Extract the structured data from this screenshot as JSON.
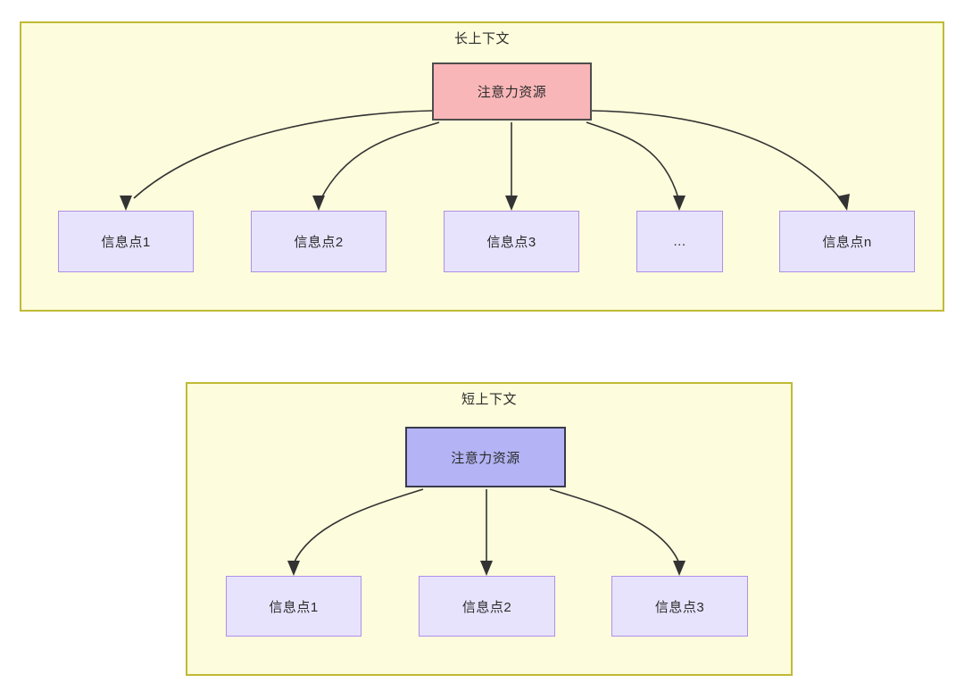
{
  "diagram": {
    "type": "flowchart",
    "groups": [
      {
        "id": "long-context",
        "title": "长上下文",
        "root": {
          "label": "注意力资源",
          "fill": "#f9b6b8",
          "stroke": "#4d4d4d"
        },
        "leaves": [
          {
            "label": "信息点1"
          },
          {
            "label": "信息点2"
          },
          {
            "label": "信息点3"
          },
          {
            "label": "..."
          },
          {
            "label": "信息点n"
          }
        ],
        "leaf_fill": "#e7e3fd",
        "leaf_stroke": "#b08fe8",
        "group_fill": "#fdfcdc",
        "group_stroke": "#c0ba35"
      },
      {
        "id": "short-context",
        "title": "短上下文",
        "root": {
          "label": "注意力资源",
          "fill": "#b3b3f5",
          "stroke": "#3a3a4d"
        },
        "leaves": [
          {
            "label": "信息点1"
          },
          {
            "label": "信息点2"
          },
          {
            "label": "信息点3"
          }
        ],
        "leaf_fill": "#e7e3fd",
        "leaf_stroke": "#b08fe8",
        "group_fill": "#fdfcdc",
        "group_stroke": "#c0ba35"
      }
    ],
    "edge_color": "#333333"
  }
}
